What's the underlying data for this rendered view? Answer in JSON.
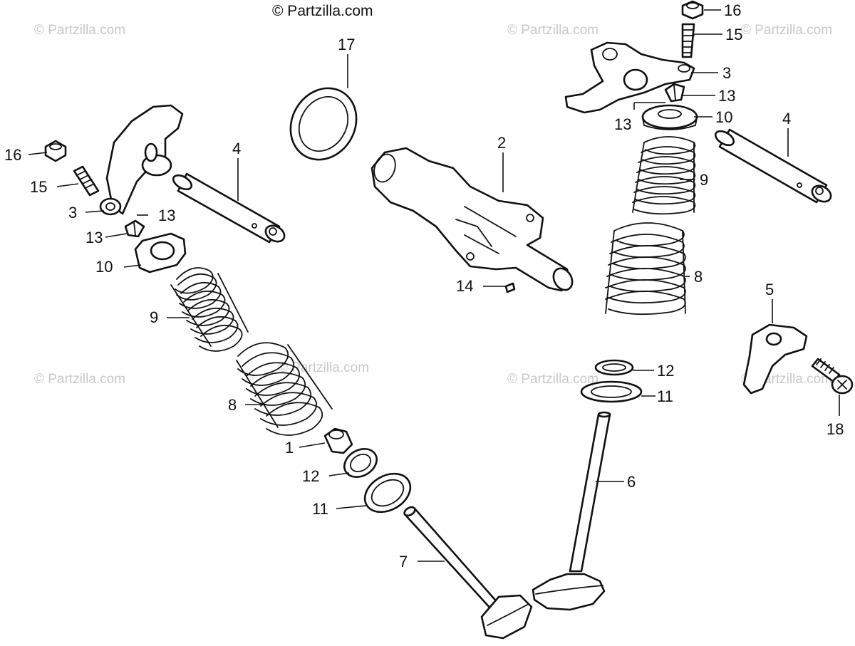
{
  "copyright": "© Partzilla.com",
  "watermarks": [
    "© Partzilla.com",
    "© Partzilla.com",
    "© Partzilla.com",
    "© Partzilla.com",
    "© Partzilla.com",
    "© Partzilla.com",
    "© Partzilla.com"
  ],
  "callouts": [
    "16",
    "15",
    "3",
    "13",
    "13",
    "10",
    "4",
    "9",
    "8",
    "17",
    "2",
    "14",
    "16",
    "15",
    "3",
    "13",
    "13",
    "10",
    "4",
    "9",
    "8",
    "1",
    "12",
    "11",
    "7",
    "12",
    "11",
    "6",
    "5",
    "18"
  ]
}
